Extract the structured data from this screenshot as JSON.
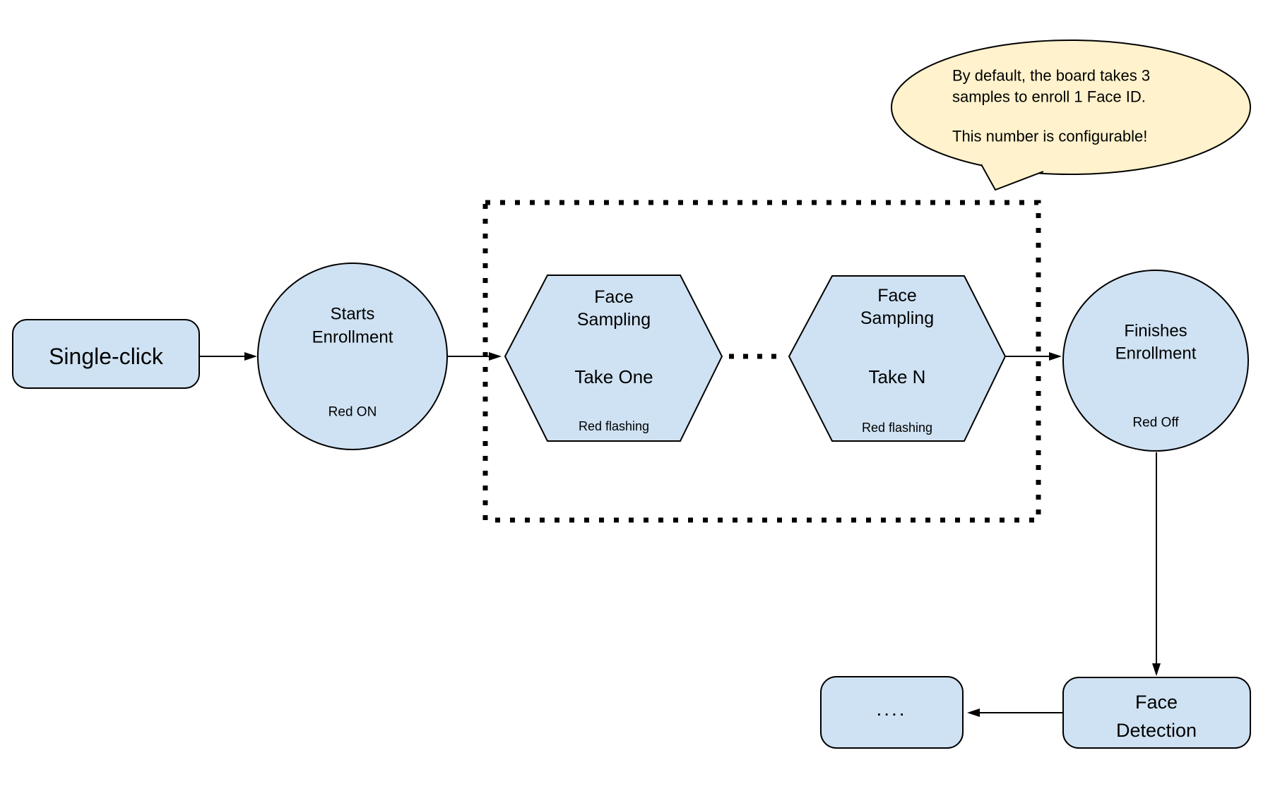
{
  "colors": {
    "node_fill": "#cfe2f3",
    "node_stroke": "#000000",
    "callout_fill": "#fff2cc",
    "background": "#ffffff"
  },
  "callout": {
    "line1": "By default, the board takes 3",
    "line2": "samples to enroll 1 Face ID.",
    "line3": "This number is configurable!"
  },
  "nodes": {
    "single_click": {
      "label": "Single-click"
    },
    "starts_enrollment": {
      "title_line1": "Starts",
      "title_line2": "Enrollment",
      "status": "Red ON"
    },
    "face_sampling_first": {
      "title_line1": "Face",
      "title_line2": "Sampling",
      "step": "Take One",
      "status": "Red flashing"
    },
    "face_sampling_last": {
      "title_line1": "Face",
      "title_line2": "Sampling",
      "step": "Take N",
      "status": "Red flashing"
    },
    "finishes_enrollment": {
      "title_line1": "Finishes",
      "title_line2": "Enrollment",
      "status": "Red Off"
    },
    "face_detection": {
      "title_line1": "Face",
      "title_line2": "Detection"
    },
    "continuation": {
      "label": "...."
    }
  }
}
